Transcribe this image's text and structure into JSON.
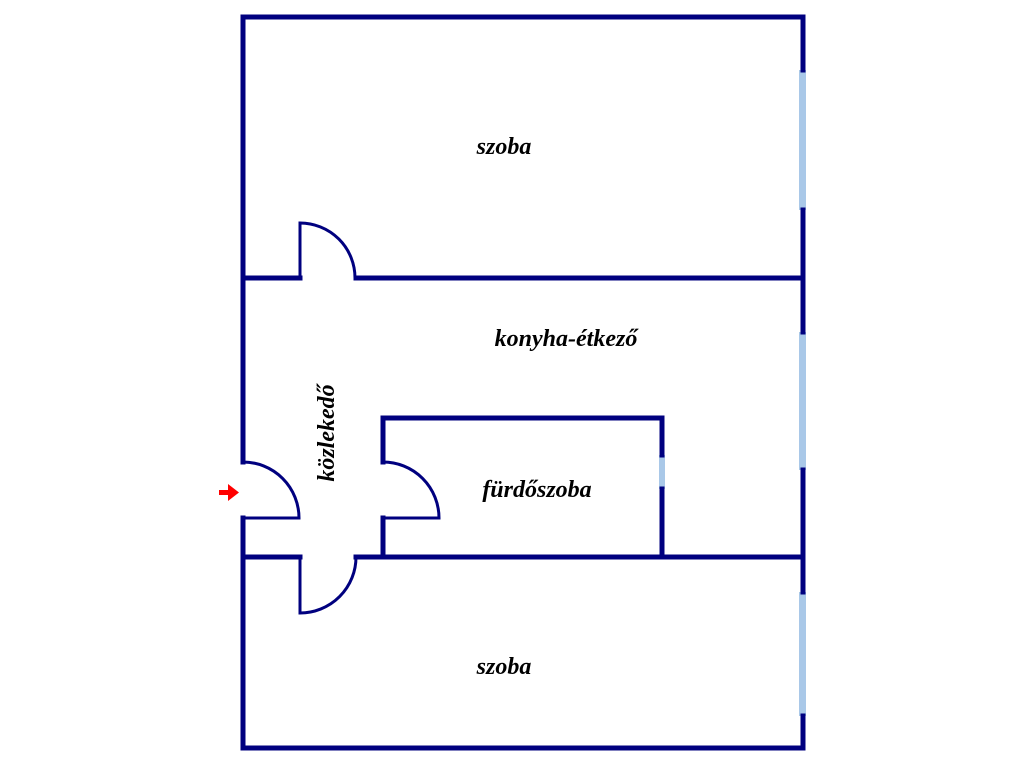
{
  "floor_plan": {
    "colors": {
      "wall": "#00007f",
      "window": "#a9c8e8",
      "entrance_arrow": "#ff0000",
      "label": "#000000",
      "background": "#ffffff"
    },
    "rooms": {
      "top_room": "szoba",
      "kitchen_dining": "konyha-étkező",
      "corridor": "közlekedő",
      "bathroom": "fürdőszoba",
      "bottom_room": "szoba"
    },
    "icons": {
      "entrance": "entrance-arrow-icon"
    }
  }
}
